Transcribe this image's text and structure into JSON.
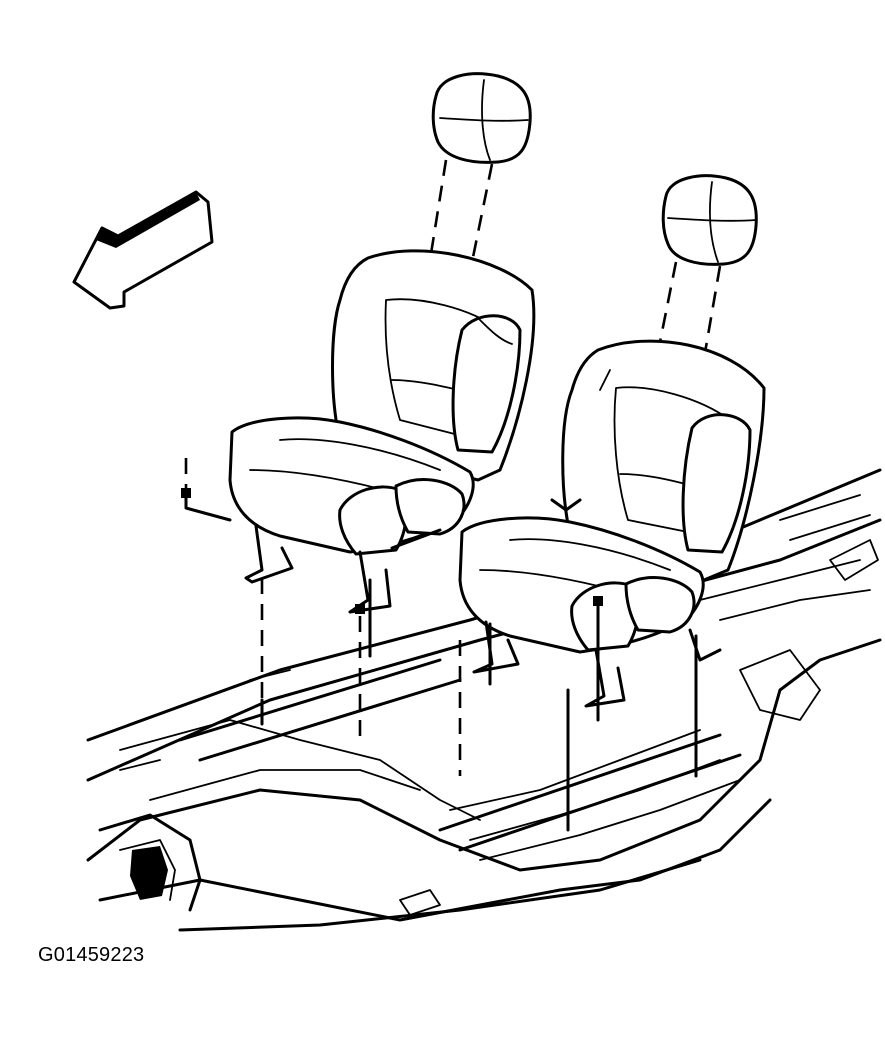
{
  "figure": {
    "id_label": "G01459223",
    "colors": {
      "line": "#000000",
      "background": "#ffffff"
    },
    "parts": [
      "front-arrow",
      "left-headrest",
      "right-headrest",
      "left-seat",
      "right-seat",
      "floor-pan",
      "seat-bolts"
    ]
  }
}
